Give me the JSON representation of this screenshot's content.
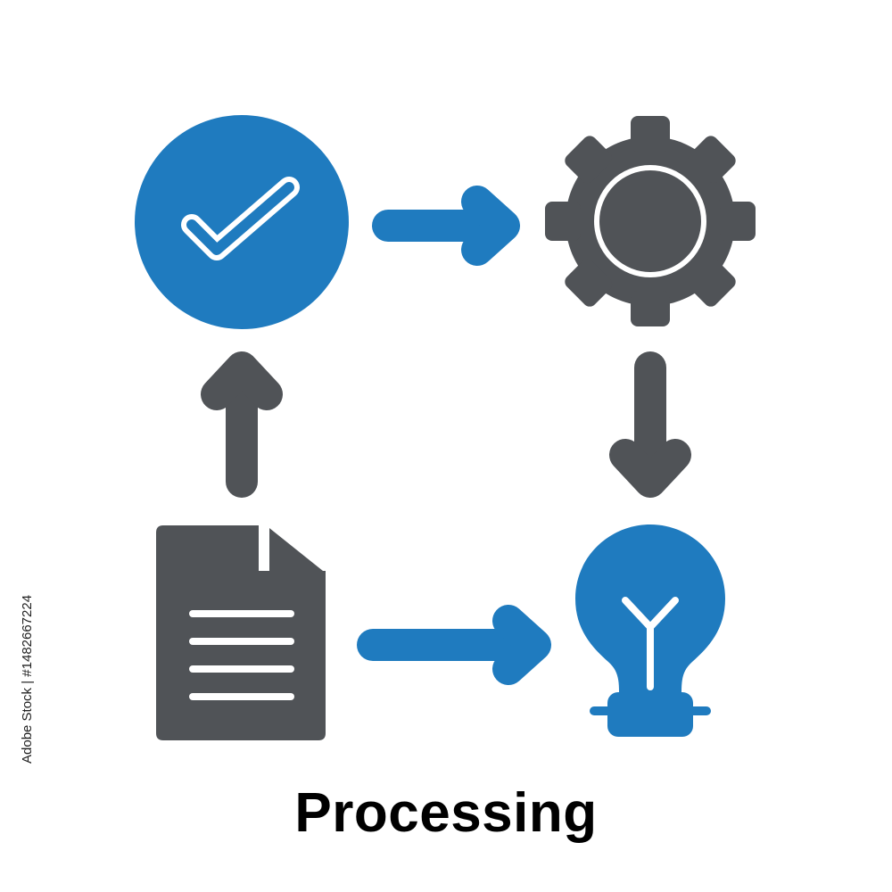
{
  "caption": "Processing",
  "stock_id": "Adobe Stock | #1482667224",
  "watermark_text": "Adobe Stock",
  "colors": {
    "blue": "#1f7bbf",
    "dark": "#505357",
    "white": "#ffffff",
    "text": "#000000"
  },
  "nodes": [
    {
      "id": "approval",
      "icon": "check-circle-icon"
    },
    {
      "id": "settings",
      "icon": "gear-icon"
    },
    {
      "id": "idea",
      "icon": "lightbulb-icon"
    },
    {
      "id": "document",
      "icon": "document-icon"
    }
  ],
  "edges": [
    {
      "from": "approval",
      "to": "settings",
      "icon": "arrow-right-icon"
    },
    {
      "from": "settings",
      "to": "idea",
      "icon": "arrow-down-icon"
    },
    {
      "from": "document",
      "to": "idea",
      "icon": "arrow-right-icon"
    },
    {
      "from": "document",
      "to": "approval",
      "icon": "arrow-up-icon"
    }
  ]
}
